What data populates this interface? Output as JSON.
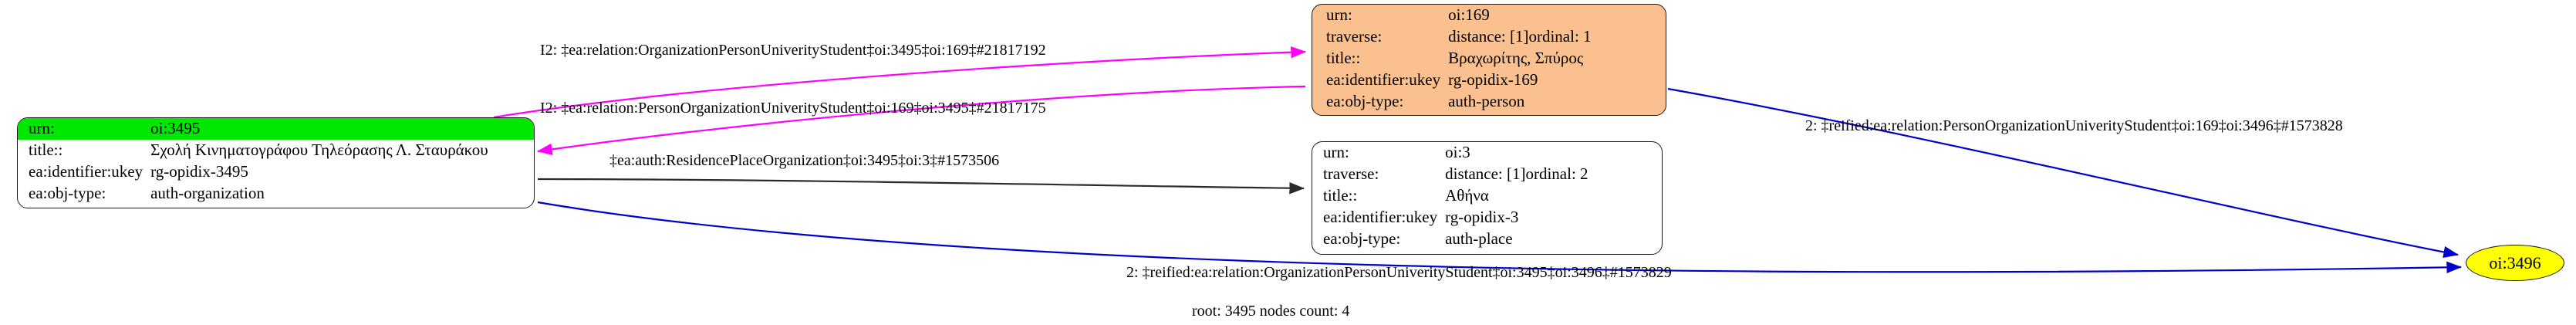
{
  "graph": {
    "footer": "root: 3495 nodes count: 4",
    "colors": {
      "highlight_green": "#00e800",
      "person_orange": "#fac090",
      "ellipse_yellow": "#ffff00",
      "edge_magenta": "#ff00ff",
      "edge_blue": "#0000cc",
      "edge_black": "#333333"
    },
    "nodes": [
      {
        "id": "oi-3495",
        "shape": "record",
        "fill": "white",
        "rows": [
          {
            "key": "urn:",
            "value": "oi:3495",
            "highlight": true
          },
          {
            "key": "title::",
            "value": "Σχολή Κινηματογράφου Τηλεόρασης Λ. Σταυράκου",
            "highlight": false
          },
          {
            "key": "ea:identifier:ukey",
            "value": "rg-opidix-3495",
            "highlight": false
          },
          {
            "key": "ea:obj-type:",
            "value": "auth-organization",
            "highlight": false
          }
        ]
      },
      {
        "id": "oi-169",
        "shape": "record",
        "fill": "orange",
        "rows": [
          {
            "key": "urn:",
            "value": "oi:169",
            "highlight": false
          },
          {
            "key": "traverse:",
            "value": "distance: [1]",
            "value2": "ordinal: 1",
            "highlight": false
          },
          {
            "key": "title::",
            "value": "Βραχωρίτης, Σπύρος",
            "highlight": false
          },
          {
            "key": "ea:identifier:ukey",
            "value": "rg-opidix-169",
            "highlight": false
          },
          {
            "key": "ea:obj-type:",
            "value": "auth-person",
            "highlight": false
          }
        ]
      },
      {
        "id": "oi-3",
        "shape": "record",
        "fill": "white",
        "rows": [
          {
            "key": "urn:",
            "value": "oi:3",
            "highlight": false
          },
          {
            "key": "traverse:",
            "value": "distance: [1]",
            "value2": "ordinal: 2",
            "highlight": false
          },
          {
            "key": "title::",
            "value": "Αθήνα",
            "highlight": false
          },
          {
            "key": "ea:identifier:ukey",
            "value": "rg-opidix-3",
            "highlight": false
          },
          {
            "key": "ea:obj-type:",
            "value": "auth-place",
            "highlight": false
          }
        ]
      },
      {
        "id": "oi-3496",
        "shape": "ellipse",
        "fill": "yellow",
        "label": "oi:3496"
      }
    ],
    "edges": [
      {
        "id": "edge-1",
        "color": "magenta",
        "from": "oi-3495",
        "to": "oi-169",
        "label": "I2: ‡ea:relation:OrganizationPersonUniverityStudent‡oi:3495‡oi:169‡#21817192"
      },
      {
        "id": "edge-2",
        "color": "magenta",
        "from": "oi-169",
        "to": "oi-3495",
        "label": "I2: ‡ea:relation:PersonOrganizationUniverityStudent‡oi:169‡oi:3495‡#21817175"
      },
      {
        "id": "edge-3",
        "color": "black",
        "from": "oi-3495",
        "to": "oi-3",
        "label": "‡ea:auth:ResidencePlaceOrganization‡oi:3495‡oi:3‡#1573506"
      },
      {
        "id": "edge-4",
        "color": "blue",
        "from": "oi-169",
        "to": "oi-3496",
        "label": "2: ‡reified:ea:relation:PersonOrganizationUniverityStudent‡oi:169‡oi:3496‡#1573828"
      },
      {
        "id": "edge-5",
        "color": "blue",
        "from": "oi-3495",
        "to": "oi-3496",
        "label": "2: ‡reified:ea:relation:OrganizationPersonUniverityStudent‡oi:3495‡oi:3496‡#1573829"
      }
    ]
  }
}
